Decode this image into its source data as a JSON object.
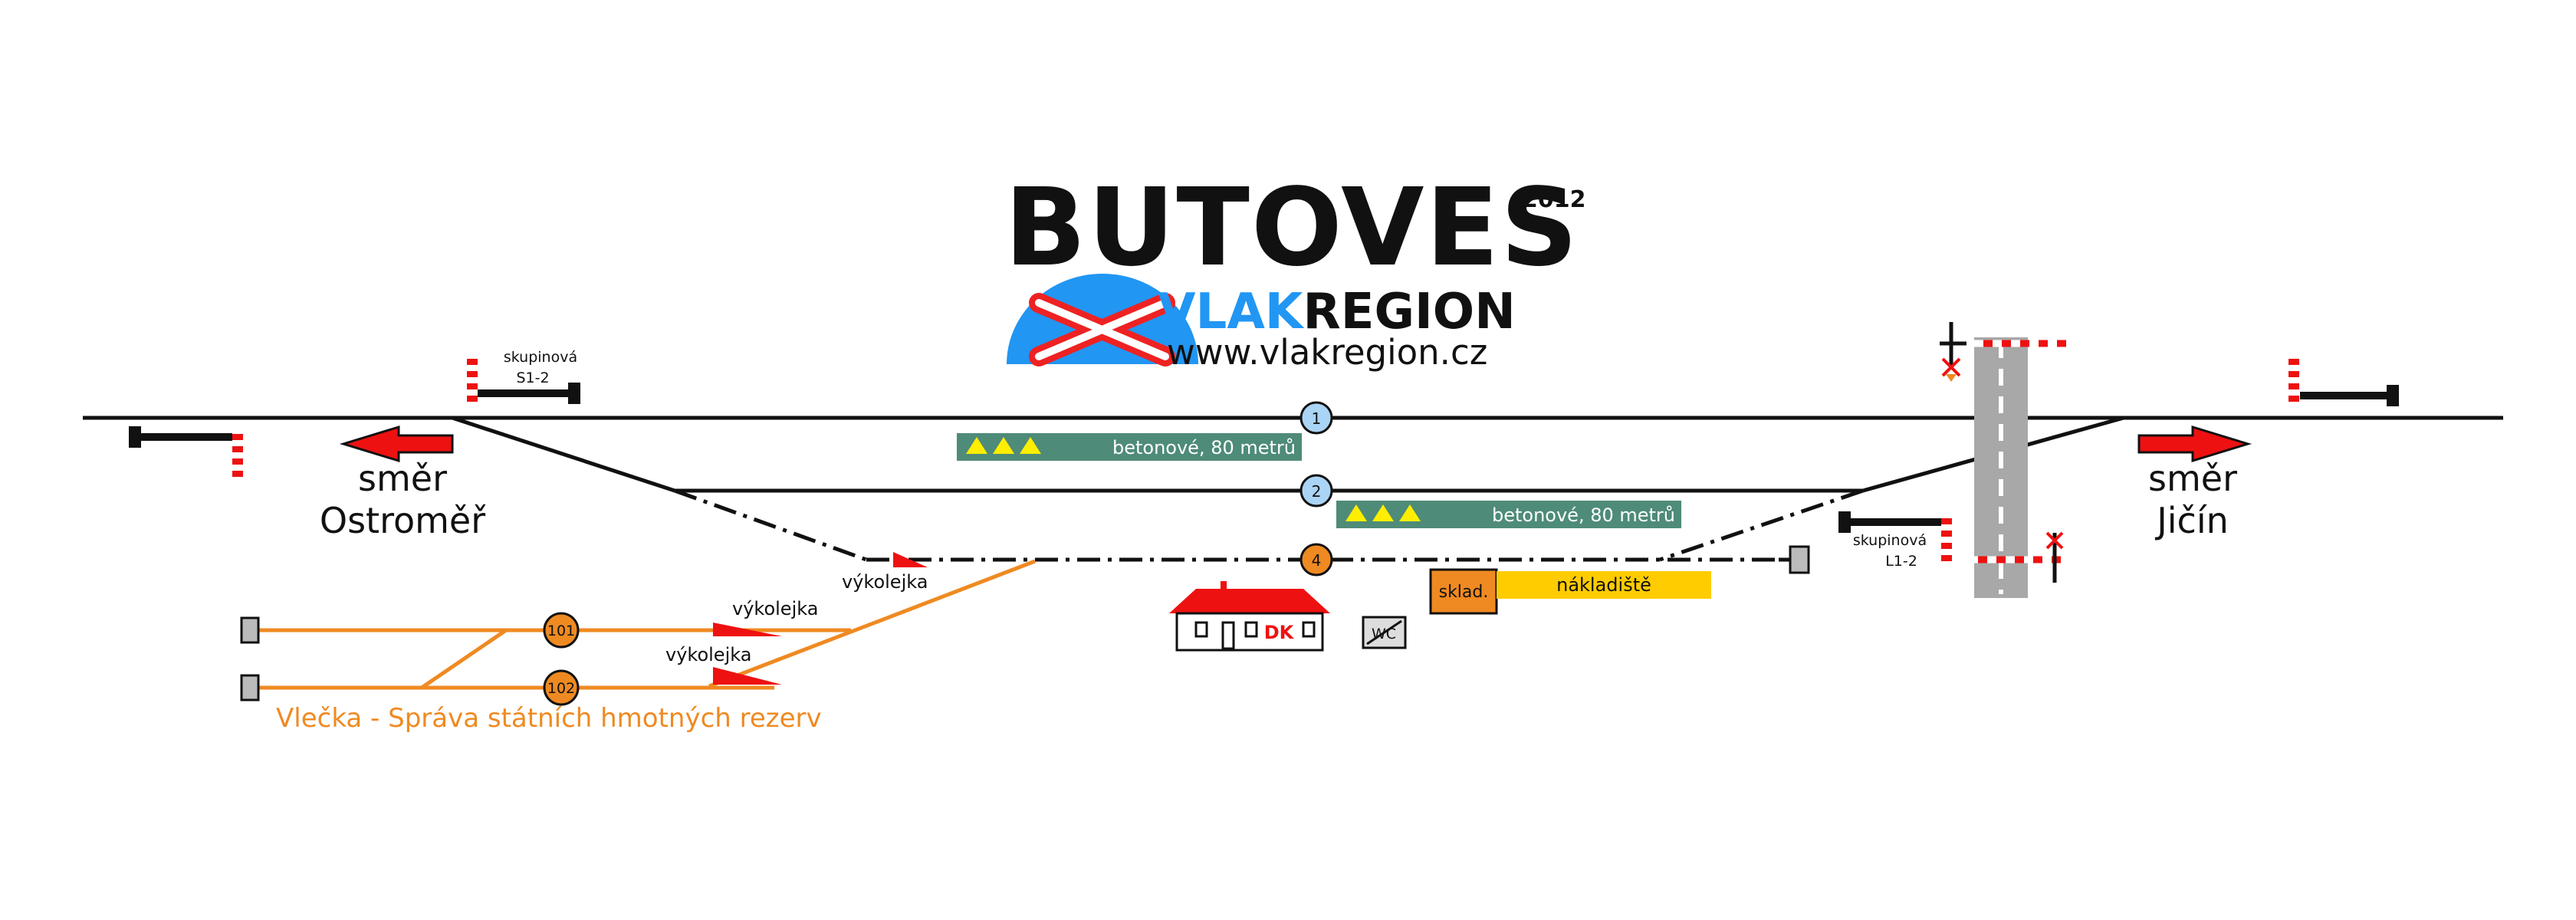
{
  "header": {
    "title": "BUTOVES",
    "year": "2012",
    "brand_vlak": "VLAK",
    "brand_region": "REGION",
    "url": "www.vlakregion.cz"
  },
  "signals": {
    "left_group_line1": "skupinová",
    "left_group_line2": "S1-2",
    "right_group_line1": "skupinová",
    "right_group_line2": "L1-2"
  },
  "directions": {
    "west_line1": "směr",
    "west_line2": "Ostroměř",
    "east_line1": "směr",
    "east_line2": "Jičín"
  },
  "tracks": [
    {
      "number": "1"
    },
    {
      "number": "2"
    },
    {
      "number": "4"
    },
    {
      "number": "101"
    },
    {
      "number": "102"
    }
  ],
  "platforms": [
    {
      "label": "betonové, 80 metrů"
    },
    {
      "label": "betonové, 80 metrů"
    }
  ],
  "derailers": [
    {
      "label": "výkolejka"
    },
    {
      "label": "výkolejka"
    },
    {
      "label": "výkolejka"
    }
  ],
  "station": {
    "building_label": "DK",
    "toilet_label": "WC",
    "warehouse_label": "sklad.",
    "loading_label": "nákladiště"
  },
  "siding_label": "Vlečka - Správa státních hmotných rezerv",
  "colors": {
    "track": "#111111",
    "siding": "#ef8a22",
    "platform": "#4e8b78",
    "brand_blue": "#2196f3",
    "arrow_red": "#ee1111",
    "loading_yellow": "#ffcc00",
    "road": "#a8a8a8",
    "track_badge_blue": "#aad4f5",
    "track_badge_orange": "#ef8a22"
  }
}
